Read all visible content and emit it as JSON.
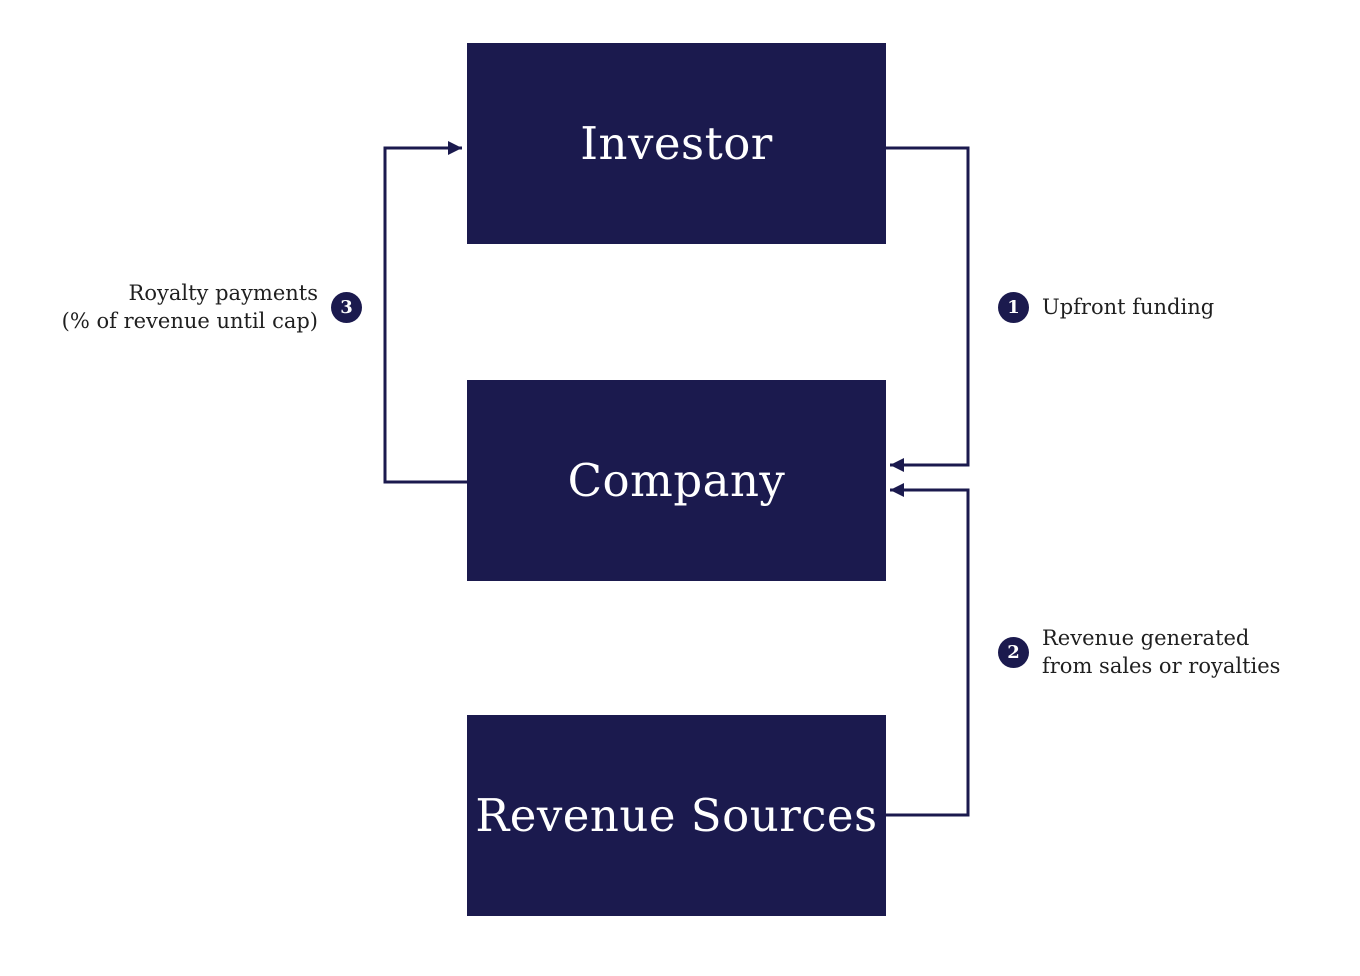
{
  "colors": {
    "navy": "#1b1a4e",
    "node_text": "#ffffff",
    "label_text": "#1f1f1f",
    "background": "#ffffff"
  },
  "nodes": {
    "investor": {
      "label": "Investor"
    },
    "company": {
      "label": "Company"
    },
    "revenue_sources": {
      "label": "Revenue Sources"
    }
  },
  "steps": {
    "step1": {
      "number": "1",
      "label": "Upfront funding"
    },
    "step2": {
      "number": "2",
      "label": "Revenue generated\nfrom sales or royalties"
    },
    "step3": {
      "number": "3",
      "label": "Royalty payments\n(% of revenue until cap)"
    }
  }
}
